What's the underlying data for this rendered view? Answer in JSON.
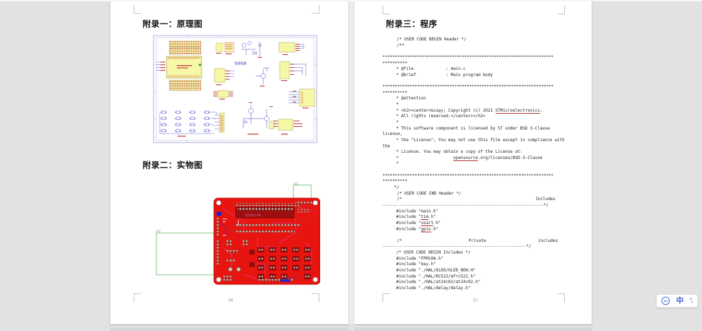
{
  "pages": {
    "left": {
      "appendix1_title": "附录一：原理图",
      "appendix2_title": "附录二：实物图",
      "page_number": "36"
    },
    "right": {
      "appendix3_title": "附录三：程序",
      "page_number": "37"
    }
  },
  "schematic": {
    "power_label": "电源电路"
  },
  "pcb": {
    "chip_label": "U52011-04",
    "ref_left": "U5",
    "ref_top": "U1"
  },
  "ime": {
    "logo": "PY",
    "mode": "中",
    "punct": "°,"
  },
  "code": {
    "lines": [
      {
        "indent": 21,
        "segments": [
          {
            "text": "/* USER CODE BEGIN Header */"
          }
        ]
      },
      {
        "indent": 21,
        "segments": [
          {
            "text": "/**"
          }
        ]
      },
      {
        "indent": 0,
        "segments": []
      },
      {
        "indent": 0,
        "segments": [
          {
            "text": "*********************************************************************"
          }
        ]
      },
      {
        "indent": 0,
        "segments": [
          {
            "text": "**********"
          }
        ]
      },
      {
        "indent": 20,
        "segments": [
          {
            "text": "* @file             : main.c"
          }
        ]
      },
      {
        "indent": 20,
        "segments": [
          {
            "text": "* @brief            : Main program body"
          }
        ]
      },
      {
        "indent": 0,
        "segments": []
      },
      {
        "indent": 0,
        "segments": [
          {
            "text": "*********************************************************************"
          }
        ]
      },
      {
        "indent": 0,
        "segments": [
          {
            "text": "**********"
          }
        ]
      },
      {
        "indent": 20,
        "segments": [
          {
            "text": "* @attention"
          }
        ]
      },
      {
        "indent": 20,
        "segments": [
          {
            "text": "*"
          }
        ]
      },
      {
        "indent": 20,
        "segments": [
          {
            "text": "* <h2><center>&copy; Copyright (c) 2021 "
          },
          {
            "text": "STMicroelectronics",
            "underline": true
          },
          {
            "text": "."
          }
        ]
      },
      {
        "indent": 20,
        "segments": [
          {
            "text": "* All rights reserved.</center></h2>"
          }
        ]
      },
      {
        "indent": 20,
        "segments": [
          {
            "text": "*"
          }
        ]
      },
      {
        "indent": 20,
        "segments": [
          {
            "text": "* This software component is licensed by ST under BSD 3-Clause"
          }
        ]
      },
      {
        "indent": 0,
        "segments": [
          {
            "text": "license,"
          }
        ]
      },
      {
        "indent": 20,
        "segments": [
          {
            "text": "* the \"License\"; You may not use this file except in compliance with"
          }
        ]
      },
      {
        "indent": 0,
        "segments": [
          {
            "text": "the"
          }
        ]
      },
      {
        "indent": 20,
        "segments": [
          {
            "text": "* License. You may obtain a copy of the License at:"
          }
        ]
      },
      {
        "indent": 20,
        "segments": [
          {
            "text": "*                      "
          },
          {
            "text": "opensource",
            "underline": true
          },
          {
            "text": ".org/licenses/BSD-3-Clause"
          }
        ]
      },
      {
        "indent": 20,
        "segments": [
          {
            "text": "*"
          }
        ]
      },
      {
        "indent": 0,
        "segments": []
      },
      {
        "indent": 0,
        "segments": [
          {
            "text": "*********************************************************************"
          }
        ]
      },
      {
        "indent": 0,
        "segments": [
          {
            "text": "**********"
          }
        ]
      },
      {
        "indent": 17,
        "segments": [
          {
            "text": "*/"
          }
        ]
      },
      {
        "indent": 21,
        "segments": [
          {
            "text": "/* USER CODE END Header */"
          }
        ]
      },
      {
        "indent": 21,
        "segments": [
          {
            "text": "/*                                                      Includes"
          }
        ]
      },
      {
        "indent": 0,
        "segments": [
          {
            "text": "-----------------------------------------------------------------*/"
          }
        ]
      },
      {
        "indent": 20,
        "segments": [
          {
            "text": "#include \"main.h\""
          }
        ]
      },
      {
        "indent": 20,
        "segments": [
          {
            "text": "#include \""
          },
          {
            "text": "tim",
            "underline": true
          },
          {
            "text": ".h\""
          }
        ]
      },
      {
        "indent": 20,
        "segments": [
          {
            "text": "#include \""
          },
          {
            "text": "usart",
            "underline": true
          },
          {
            "text": ".h\""
          }
        ]
      },
      {
        "indent": 20,
        "segments": [
          {
            "text": "#include \""
          },
          {
            "text": "gpio",
            "underline": true
          },
          {
            "text": ".h\""
          }
        ]
      },
      {
        "indent": 0,
        "segments": []
      },
      {
        "indent": 21,
        "segments": [
          {
            "text": "/*                           Private                     includes"
          }
        ]
      },
      {
        "indent": 0,
        "segments": [
          {
            "text": "----------------------------------------------------------*/"
          }
        ]
      },
      {
        "indent": 20,
        "segments": [
          {
            "text": "/* USER CODE BEGIN Includes */"
          }
        ]
      },
      {
        "indent": 20,
        "segments": [
          {
            "text": "#include \"FPM10A.h\""
          }
        ]
      },
      {
        "indent": 20,
        "segments": [
          {
            "text": "#include \"key.h\""
          }
        ]
      },
      {
        "indent": 20,
        "segments": [
          {
            "text": "#include \"./HAL/OLED/OLED_NEW.H\""
          }
        ]
      },
      {
        "indent": 20,
        "segments": [
          {
            "text": "#include \"./HAL/RC522/mfrc522.h\""
          }
        ]
      },
      {
        "indent": 20,
        "segments": [
          {
            "text": "#include \"./HAL/at24c02/at24c02.h\""
          }
        ]
      },
      {
        "indent": 20,
        "segments": [
          {
            "text": "#include \"./HAL/delay/delay.h\""
          }
        ]
      }
    ]
  }
}
